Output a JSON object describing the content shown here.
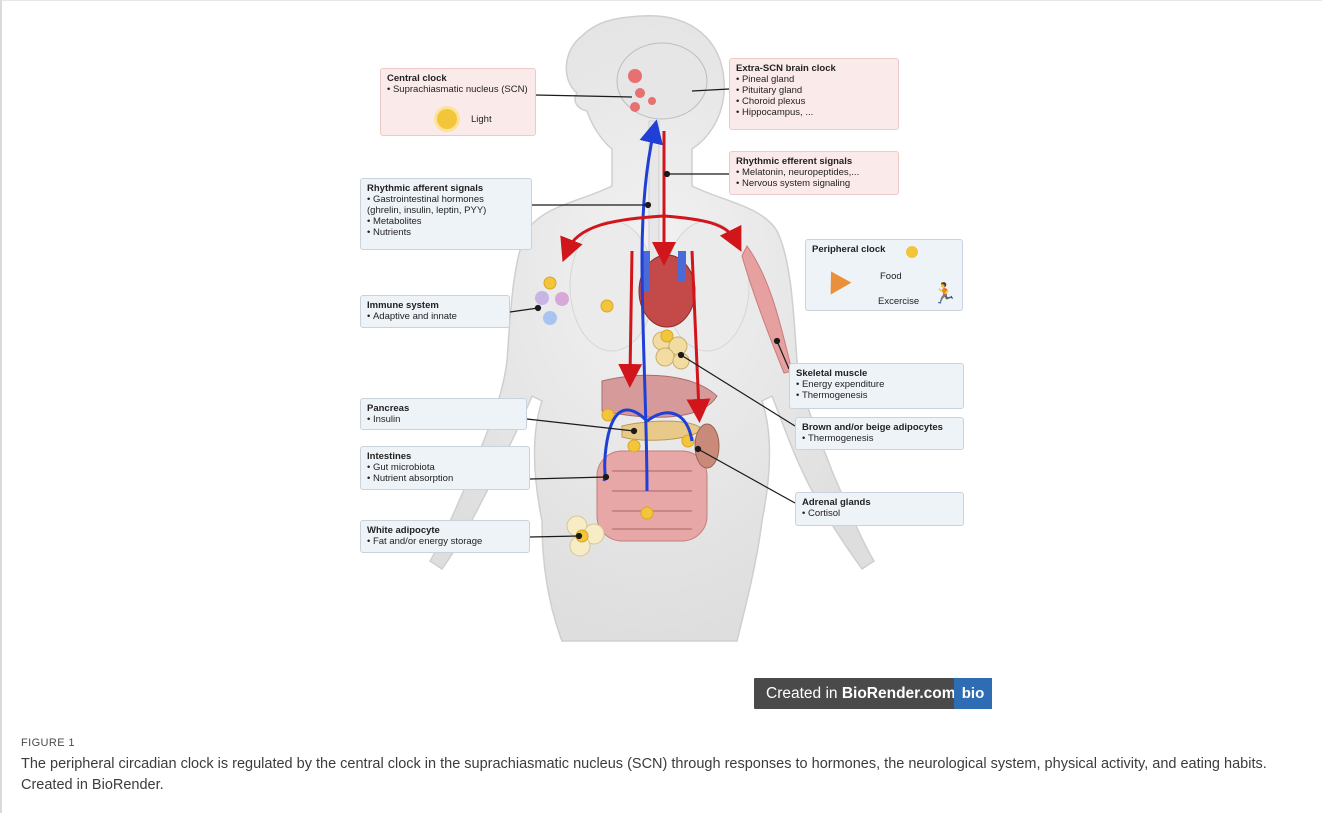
{
  "figure": {
    "label": "FIGURE 1",
    "caption": "The peripheral circadian clock is regulated by the central clock in the suprachiasmatic nucleus (SCN) through responses to hormones, the neurological system, physical activity, and eating habits. Created in BioRender."
  },
  "badge": {
    "prefix": "Created in",
    "brand": "BioRender.com",
    "logo": "bio"
  },
  "boxes": {
    "central_clock": {
      "title": "Central clock",
      "items": [
        "Suprachiasmatic nucleus (SCN)"
      ],
      "light": "Light"
    },
    "extra_scn": {
      "title": "Extra-SCN brain clock",
      "items": [
        "Pineal gland",
        "Pituitary gland",
        "Choroid plexus",
        "Hippocampus, ..."
      ]
    },
    "efferent": {
      "title": "Rhythmic efferent signals",
      "items": [
        "Melatonin, neuropeptides,...",
        "Nervous system signaling"
      ]
    },
    "afferent": {
      "title": "Rhythmic afferent signals",
      "items": [
        "Gastrointestinal hormones",
        "(ghrelin, insulin, leptin, PYY)",
        "Metabolites",
        "Nutrients"
      ]
    },
    "peripheral": {
      "title": "Peripheral clock",
      "food": "Food",
      "exercise": "Excercise"
    },
    "immune": {
      "title": "Immune system",
      "items": [
        "Adaptive and innate"
      ]
    },
    "skeletal": {
      "title": "Skeletal muscle",
      "items": [
        "Energy expenditure",
        "Thermogenesis"
      ]
    },
    "brown": {
      "title": "Brown and/or beige adipocytes",
      "items": [
        "Thermogenesis"
      ]
    },
    "pancreas": {
      "title": "Pancreas",
      "items": [
        "Insulin"
      ]
    },
    "intestines": {
      "title": "Intestines",
      "items": [
        "Gut microbiota",
        "Nutrient absorption"
      ]
    },
    "adrenal": {
      "title": "Adrenal glands",
      "items": [
        "Cortisol"
      ]
    },
    "white": {
      "title": "White adipocyte",
      "items": [
        "Fat and/or energy storage"
      ]
    }
  },
  "colors": {
    "efferent_arrow": "#d0161b",
    "afferent_arrow": "#1f3fd6",
    "clock": "#f3c53a",
    "box_blue": "#eef3f8",
    "box_pink": "#fbeaea"
  }
}
